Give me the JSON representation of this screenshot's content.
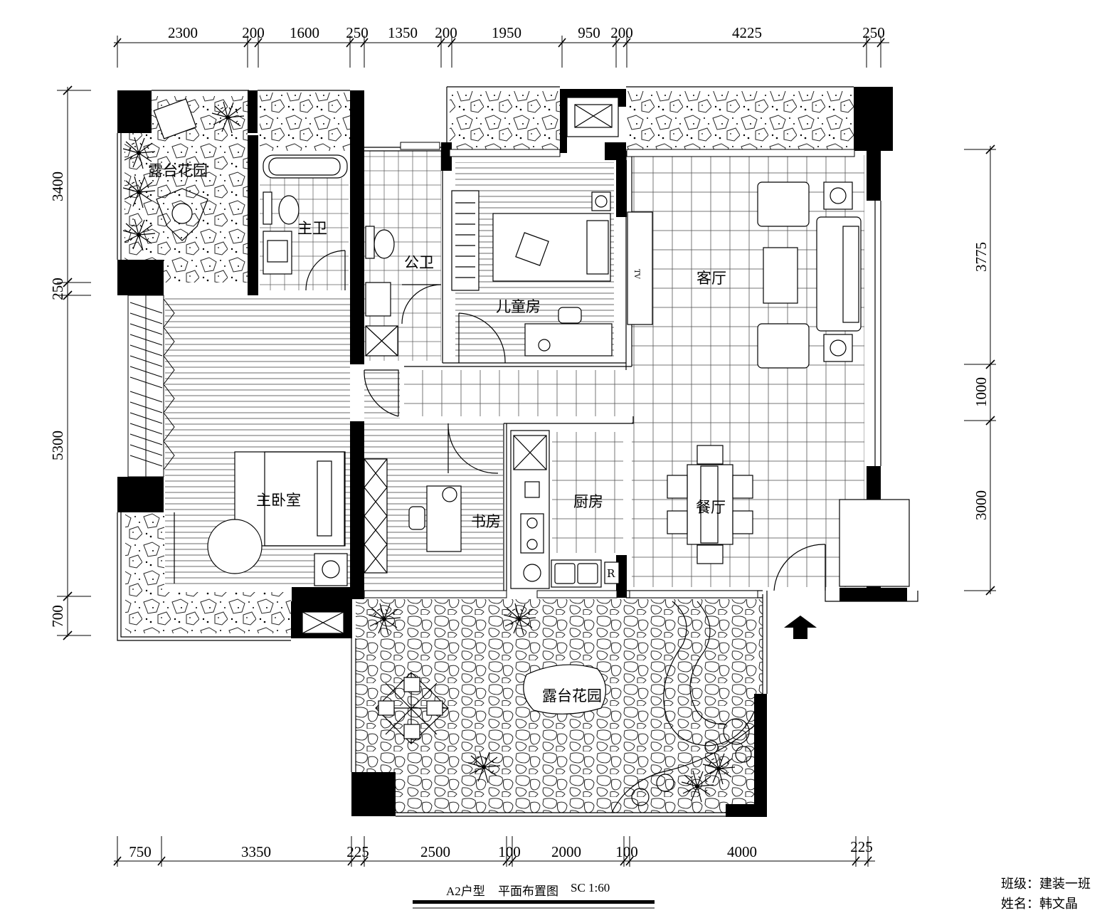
{
  "dimensions": {
    "top": [
      "2300",
      "200",
      "1600",
      "250",
      "1350",
      "200",
      "1950",
      "950",
      "200",
      "4225",
      "250"
    ],
    "bottom": [
      "750",
      "3350",
      "225",
      "2500",
      "100",
      "2000",
      "100",
      "4000",
      "225"
    ],
    "left": [
      "3400",
      "250",
      "5300",
      "700"
    ],
    "right": [
      "3775",
      "1000",
      "3000"
    ]
  },
  "rooms": {
    "terrace_garden_nw": "露台花园",
    "master_bath": "主卫",
    "public_bath": "公卫",
    "kids_room": "儿童房",
    "living_room": "客厅",
    "tv_label": "TV",
    "master_bedroom": "主卧室",
    "study": "书房",
    "kitchen": "厨房",
    "dining_room": "餐厅",
    "terrace_garden_south": "露台花园",
    "fridge_label": "R"
  },
  "caption": {
    "unit_type": "A2户型",
    "drawing_title": "平面布置图",
    "scale": "SC 1:60"
  },
  "info": {
    "class_line": "班级：建装一班",
    "name_line": "姓名：韩文晶"
  }
}
